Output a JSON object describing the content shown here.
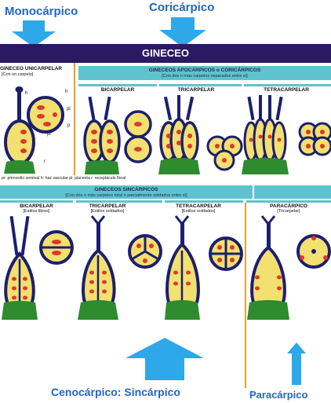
{
  "labels": {
    "monocarpico": "Monocárpico",
    "coricarpico": "Coricárpico",
    "cenocarpico": "Cenocárpico: Sincárpico",
    "paracarpico": "Paracárpico"
  },
  "banner": {
    "title": "GINECEO"
  },
  "unicarpelar": {
    "title": "GINECEO UNICARPELAR",
    "subtitle": "[Con un carpelo]"
  },
  "apocarpicos": {
    "title": "GINECEOS APOCÁRPICOS o CORICÁRPICOS",
    "subtitle": "[Con dos o más carpelos separados entre sí]",
    "cells": [
      "BICARPELAR",
      "TRICARPELAR",
      "TETRACARPELAR"
    ]
  },
  "legend": "pr: primordio seminal   h: haz vascular   pl: placenta   r: receptáculo floral",
  "parts": {
    "h": "h",
    "h2": "h",
    "pr": "pr",
    "pl": "pl",
    "p": "p",
    "r": "r"
  },
  "sincarpicos": {
    "title": "GINECEOS SINCÁRPICOS",
    "subtitle": "[Con dos o más carpelos total o parcialmente soldados entre sí]",
    "cells": [
      {
        "name": "BICARPELAR",
        "detail": "[Estilos libres]"
      },
      {
        "name": "TRICARPELAR",
        "detail": "[Estilos soldados]"
      },
      {
        "name": "TETRACARPELAR",
        "detail": "[Estilos soldados]"
      },
      {
        "name": "PARACÁRPICO",
        "detail": "[Tricarpelar]"
      }
    ]
  },
  "colors": {
    "blue_label": "#2266c4",
    "arrow": "#2ea8e8",
    "banner": "#2b1a63",
    "teal": "#5ec3cf",
    "orange": "#f0a020",
    "ovary_fill": "#f2e070",
    "ovary_outline": "#1c1f6e",
    "ovule": "#d93a2b",
    "receptacle": "#2e8b2e"
  }
}
